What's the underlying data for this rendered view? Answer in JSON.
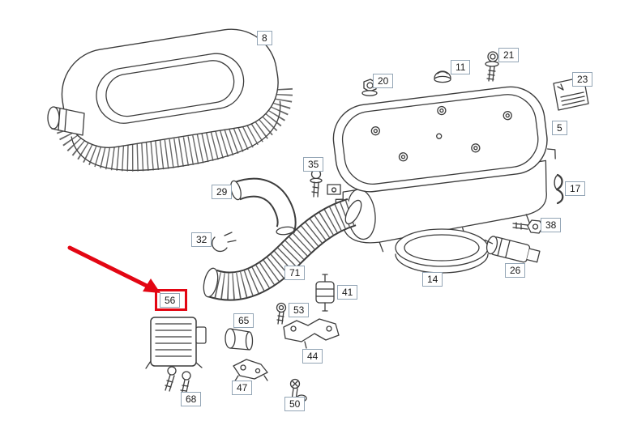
{
  "diagram": {
    "type": "exploded-parts-diagram",
    "description": "Air filter and air cleaner housing exploded parts diagram with numbered callouts; part 56 is highlighted with a red box and red arrow",
    "line_color": "#3c3c3c",
    "label_border_color": "#93a5b5",
    "highlight": {
      "part_number": "56",
      "box_color": "#e30613",
      "arrow_color": "#e30613"
    },
    "labels": [
      {
        "number": "8"
      },
      {
        "number": "20"
      },
      {
        "number": "11"
      },
      {
        "number": "21"
      },
      {
        "number": "23"
      },
      {
        "number": "5"
      },
      {
        "number": "35"
      },
      {
        "number": "29"
      },
      {
        "number": "17"
      },
      {
        "number": "38"
      },
      {
        "number": "32"
      },
      {
        "number": "71"
      },
      {
        "number": "26"
      },
      {
        "number": "14"
      },
      {
        "number": "41"
      },
      {
        "number": "53"
      },
      {
        "number": "56"
      },
      {
        "number": "65"
      },
      {
        "number": "44"
      },
      {
        "number": "47"
      },
      {
        "number": "50"
      },
      {
        "number": "68"
      }
    ]
  }
}
